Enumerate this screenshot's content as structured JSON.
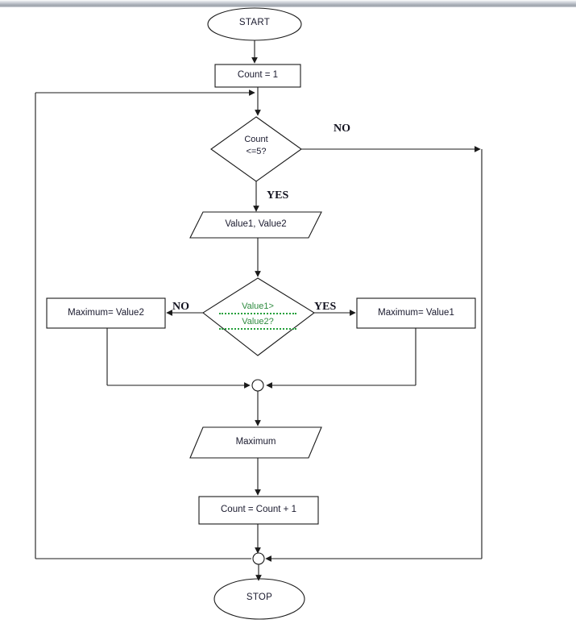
{
  "document": {
    "type": "flowchart",
    "title": "Flowchart: find maximum of two values, repeated five times",
    "background_color": "#ffffff",
    "line_color": "#1a1a1a",
    "text_color": "#1a1a2e",
    "spellcheck_color": "#2e8b3f",
    "banner_color": "#b9bec6"
  },
  "flowchart": {
    "nodes": {
      "start": {
        "shape": "terminator",
        "label": "START"
      },
      "init_count": {
        "shape": "process",
        "label": "Count = 1"
      },
      "loop_test": {
        "shape": "decision",
        "label_line1": "Count",
        "label_line2": "<=5?"
      },
      "read_values": {
        "shape": "input",
        "label": "Value1, Value2"
      },
      "compare": {
        "shape": "decision",
        "label_line1": "Value1>",
        "label_line2": "Value2?",
        "text_color": "#2e8b3f",
        "spellcheck_underline": true
      },
      "max_value2": {
        "shape": "process",
        "label": "Maximum= Value2"
      },
      "max_value1": {
        "shape": "process",
        "label": "Maximum= Value1"
      },
      "merge_branch": {
        "shape": "connector",
        "label": ""
      },
      "print_max": {
        "shape": "output",
        "label": "Maximum"
      },
      "increment": {
        "shape": "process",
        "label": "Count = Count + 1"
      },
      "merge_exit": {
        "shape": "connector",
        "label": ""
      },
      "stop": {
        "shape": "terminator",
        "label": "STOP"
      }
    },
    "edge_labels": {
      "loop_test_no": "NO",
      "loop_test_yes": "YES",
      "compare_no": "NO",
      "compare_yes": "YES"
    }
  }
}
